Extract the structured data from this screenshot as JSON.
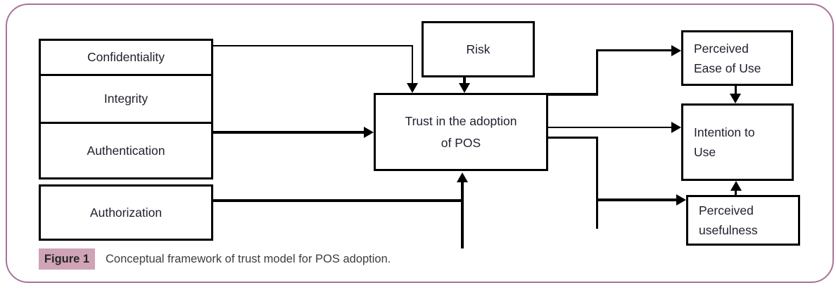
{
  "panel": {
    "caption": {
      "label": "Figure 1",
      "text": "Conceptual framework of trust model for POS adoption."
    },
    "colors": {
      "frame_border": "#a87398",
      "caption_highlight": "#d0a3b6",
      "box_border": "#000000",
      "connector": "#000000",
      "label_text": "#1f1f2e",
      "caption_text": "#3d3d3d"
    },
    "nodes": {
      "confidentiality": {
        "label": "Confidentiality"
      },
      "integrity": {
        "label": "Integrity"
      },
      "authentication": {
        "label": "Authentication"
      },
      "authorization": {
        "label": "Authorization"
      },
      "risk": {
        "label": "Risk"
      },
      "trust": {
        "label": "Trust in the adoption\nof POS"
      },
      "perceived_ease": {
        "label": "Perceived\nEase of Use"
      },
      "intention": {
        "label": "Intention to\nUse"
      },
      "perceived_usefulness": {
        "label": "Perceived\nusefulness"
      }
    },
    "connections": [
      {
        "from": "Confidentiality",
        "to": "Trust in the adoption of POS",
        "arrow": "down-into-top"
      },
      {
        "from": "Risk",
        "to": "Trust in the adoption of POS",
        "arrow": "down-into-top"
      },
      {
        "from": "Authentication",
        "to": "Trust in the adoption of POS",
        "arrow": "right-into-left"
      },
      {
        "from": "Authorization",
        "to": "Trust in the adoption of POS",
        "arrow": "up-into-bottom"
      },
      {
        "from": "Trust in the adoption of POS",
        "to": "Perceived Ease of Use",
        "arrow": "right-into-left"
      },
      {
        "from": "Trust in the adoption of POS",
        "to": "Intention to Use",
        "arrow": "right-into-left"
      },
      {
        "from": "Trust in the adoption of POS",
        "to": "Perceived usefulness",
        "arrow": "right-into-left"
      },
      {
        "from": "Perceived Ease of Use",
        "to": "Intention to Use",
        "arrow": "down-into-top"
      },
      {
        "from": "Perceived usefulness",
        "to": "Intention to Use",
        "arrow": "up-into-bottom"
      }
    ]
  }
}
